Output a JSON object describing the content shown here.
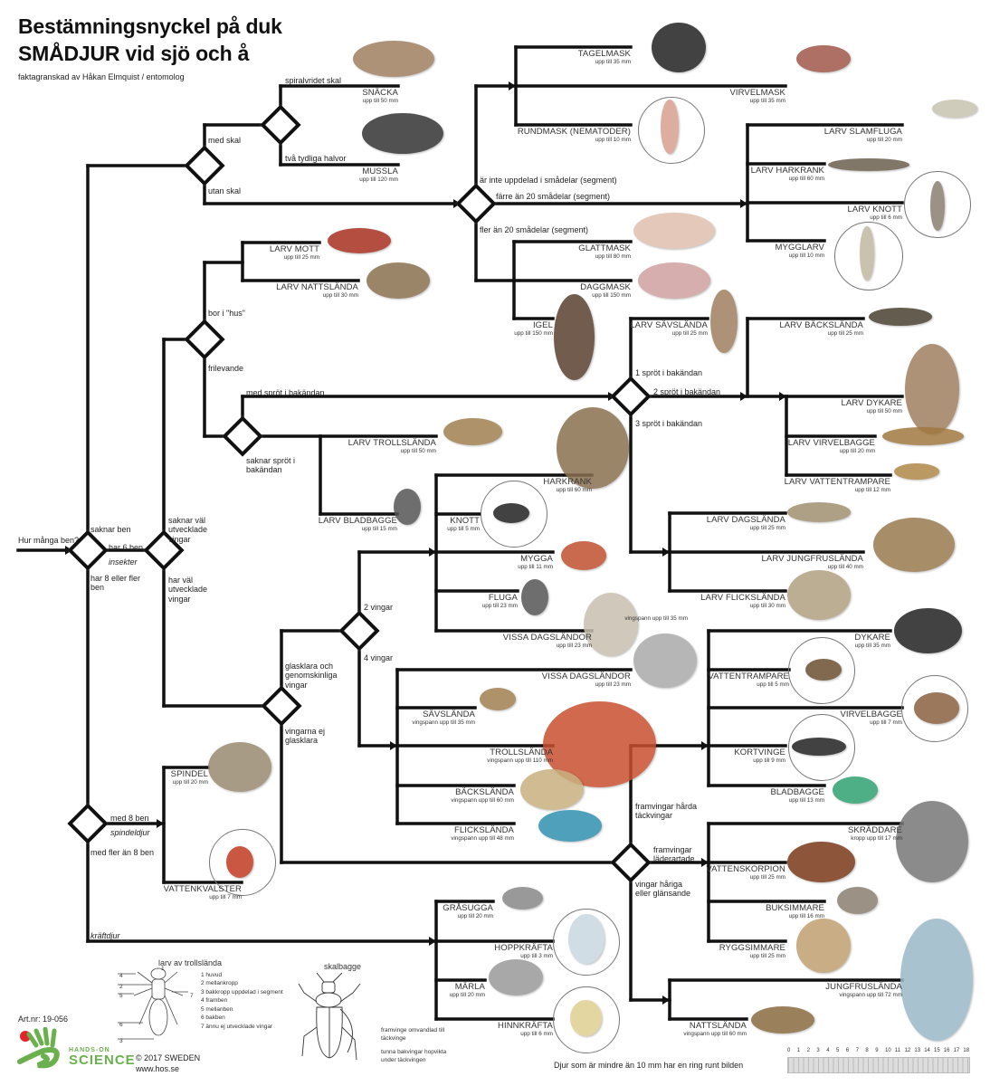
{
  "header": {
    "title_line1": "Bestämningsnyckel på duk",
    "title_line2": "SMÅDJUR vid sjö och å",
    "subtitle": "faktagranskad av Håkan Elmquist / entomolog"
  },
  "branches": [
    "Hur många ben?",
    "saknar ben",
    "har 6 ben",
    "insekter",
    "har 8 eller fler ben",
    "med skal",
    "utan skal",
    "spiralvridet skal",
    "två tydliga halvor",
    "är inte uppdelad i smådelar (segment)",
    "färre än 20 smådelar (segment)",
    "fler än 20 smådelar (segment)",
    "saknar väl utvecklade vingar",
    "har väl utvecklade vingar",
    "bor i \"hus\"",
    "frilevande",
    "med spröt i bakändan",
    "saknar spröt i bakändan",
    "1 spröt i bakändan",
    "2 spröt i bakändan",
    "3 spröt i bakändan",
    "glasklara och genomskinliga vingar",
    "vingarna ej glasklara",
    "2 vingar",
    "4 vingar",
    "framvingar hårda täckvingar",
    "framvingar läderartade",
    "vingar håriga eller glänsande",
    "med 8 ben",
    "spindeldjur",
    "med fler än 8 ben",
    "kräftdjur"
  ],
  "species": [
    {
      "name": "SNÄCKA",
      "size": "upp till 50 mm"
    },
    {
      "name": "MUSSLA",
      "size": "upp till 120 mm"
    },
    {
      "name": "TAGELMASK",
      "size": "upp till 35 mm"
    },
    {
      "name": "VIRVELMASK",
      "size": "upp till 35 mm"
    },
    {
      "name": "RUNDMASK (NEMATODER)",
      "size": "upp till 10 mm"
    },
    {
      "name": "LARV SLAMFLUGA",
      "size": "upp till 20 mm"
    },
    {
      "name": "LARV HARKRANK",
      "size": "upp till 60 mm"
    },
    {
      "name": "LARV KNOTT",
      "size": "upp till 6 mm"
    },
    {
      "name": "MYGGLARV",
      "size": "upp till 10 mm"
    },
    {
      "name": "GLATTMASK",
      "size": "upp till 80 mm"
    },
    {
      "name": "DAGGMASK",
      "size": "upp till 150 mm"
    },
    {
      "name": "IGEL",
      "size": "upp till 150 mm"
    },
    {
      "name": "LARV MOTT",
      "size": "upp till 25 mm"
    },
    {
      "name": "LARV NATTSLÄNDA",
      "size": "upp till 30 mm"
    },
    {
      "name": "LARV SÄVSLÄNDA",
      "size": "upp till 25 mm"
    },
    {
      "name": "LARV BÄCKSLÄNDA",
      "size": "upp till 25 mm"
    },
    {
      "name": "LARV DYKARE",
      "size": "upp till 50 mm"
    },
    {
      "name": "LARV VIRVELBAGGE",
      "size": "upp till 20 mm"
    },
    {
      "name": "LARV VATTENTRAMPARE",
      "size": "upp till 12 mm"
    },
    {
      "name": "LARV TROLLSLÄNDA",
      "size": "upp till 50 mm"
    },
    {
      "name": "LARV BLADBAGGE",
      "size": "upp till 15 mm"
    },
    {
      "name": "HARKRANK",
      "size": "upp till 60 mm"
    },
    {
      "name": "KNOTT",
      "size": "upp till 5 mm"
    },
    {
      "name": "LARV DAGSLÄNDA",
      "size": "upp till 25 mm"
    },
    {
      "name": "LARV JUNGFRUSLÄNDA",
      "size": "upp till 40 mm"
    },
    {
      "name": "LARV FLICKSLÄNDA",
      "size": "upp till 30 mm"
    },
    {
      "name": "MYGGA",
      "size": "upp till 11 mm"
    },
    {
      "name": "FLUGA",
      "size": "upp till 23 mm"
    },
    {
      "name": "VISSA DAGSLÄNDOR",
      "size": "upp till 23 mm"
    },
    {
      "name": "VISSA DAGSLÄNDOR",
      "size": "upp till 23 mm"
    },
    {
      "name": "SÄVSLÄNDA",
      "size": "vingspann upp till 35 mm"
    },
    {
      "name": "TROLLSLÄNDA",
      "size": "vingspann upp till 110 mm"
    },
    {
      "name": "BÄCKSLÄNDA",
      "size": "vingspann upp till 60 mm"
    },
    {
      "name": "FLICKSLÄNDA",
      "size": "vingspann upp till 48 mm"
    },
    {
      "name": "DYKARE",
      "size": "upp till 35 mm"
    },
    {
      "name": "VATTENTRAMPARE",
      "size": "upp till 5 mm"
    },
    {
      "name": "VIRVELBAGGE",
      "size": "upp till 7 mm"
    },
    {
      "name": "KORTVINGE",
      "size": "upp till 9 mm"
    },
    {
      "name": "BLADBAGGE",
      "size": "upp till 13 mm"
    },
    {
      "name": "SKRÄDDARE",
      "size": "kropp upp till 17 mm"
    },
    {
      "name": "VATTENSKORPION",
      "size": "upp till 25 mm"
    },
    {
      "name": "BUKSIMMARE",
      "size": "upp till 16 mm"
    },
    {
      "name": "RYGGSIMMARE",
      "size": "upp till 25 mm"
    },
    {
      "name": "JUNGFRUSLÄNDA",
      "size": "vingspann upp till 72 mm"
    },
    {
      "name": "NATTSLÄNDA",
      "size": "vingspann upp till 60 mm"
    },
    {
      "name": "SPINDEL",
      "size": "upp till 20 mm"
    },
    {
      "name": "VATTENKVALSTER",
      "size": "upp till 7 mm"
    },
    {
      "name": "GRÅSUGGA",
      "size": "upp till 20 mm"
    },
    {
      "name": "HOPPKRÄFTA",
      "size": "upp till 3 mm"
    },
    {
      "name": "MÄRLA",
      "size": "upp till 20 mm"
    },
    {
      "name": "HINNKRÄFTA",
      "size": "upp till 6 mm"
    }
  ],
  "extra_note": "vingspann upp till 35 mm",
  "legend": {
    "larva_title": "larv av trollslända",
    "larva_parts": [
      "1  huvud",
      "2  mellankropp",
      "3  bakkropp uppdelad i segment",
      "4  framben",
      "5  mellanben",
      "6  bakben",
      "7  ännu ej utvecklade vingar"
    ],
    "larva_numbers": [
      "1",
      "4",
      "2",
      "5",
      "7",
      "6",
      "3"
    ],
    "beetle_title": "skalbagge",
    "beetle_notes": [
      "framvinge omvandlad till täckvinge",
      "tunna bakvingar hopvikta under täckvingen"
    ]
  },
  "footer": {
    "art_nr": "Art.nr: 19-056",
    "brand_top": "HANDS-ON",
    "brand_bottom": "SCIENCE",
    "copyright": "© 2017 SWEDEN",
    "website": "www.hos.se",
    "ring_note": "Djur som är mindre än 10 mm har en ring runt bilden",
    "ruler_numbers": [
      "0",
      "1",
      "2",
      "3",
      "4",
      "5",
      "6",
      "7",
      "8",
      "9",
      "10",
      "11",
      "12",
      "13",
      "14",
      "15",
      "16",
      "17",
      "18"
    ]
  },
  "colors": {
    "line": "#111111",
    "brand_green": "#6ab04c",
    "brand_red": "#e0262b"
  }
}
